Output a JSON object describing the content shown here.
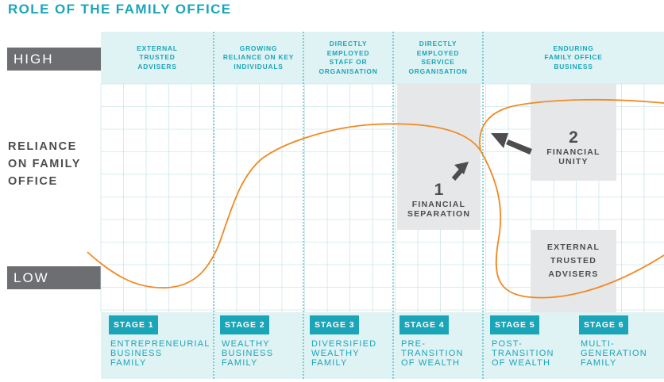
{
  "title": "ROLE OF THE FAMILY OFFICE",
  "axis": {
    "high": "HIGH",
    "low": "LOW",
    "label_lines": [
      "RELIANCE",
      "ON FAMILY",
      "OFFICE"
    ]
  },
  "header_columns": [
    {
      "lines": [
        "EXTERNAL",
        "TRUSTED",
        "ADVISERS"
      ]
    },
    {
      "lines": [
        "GROWING",
        "RELIANCE ON KEY",
        "INDIVIDUALS"
      ]
    },
    {
      "lines": [
        "DIRECTLY",
        "EMPLOYED",
        "STAFF OR",
        "ORGANISATION"
      ]
    },
    {
      "lines": [
        "DIRECTLY",
        "EMPLOYED",
        "SERVICE",
        "ORGANISATION"
      ]
    },
    {
      "lines": [
        "ENDURING",
        "FAMILY OFFICE",
        "BUSINESS"
      ]
    }
  ],
  "stages": [
    {
      "badge": "STAGE 1",
      "lines": [
        "ENTREPRENEURIAL",
        "BUSINESS",
        "FAMILY"
      ]
    },
    {
      "badge": "STAGE 2",
      "lines": [
        "WEALTHY",
        "BUSINESS",
        "FAMILY"
      ]
    },
    {
      "badge": "STAGE 3",
      "lines": [
        "DIVERSIFIED",
        "WEALTHY",
        "FAMILY"
      ]
    },
    {
      "badge": "STAGE 4",
      "lines": [
        "PRE-",
        "TRANSITION",
        "OF WEALTH"
      ]
    },
    {
      "badge": "STAGE 5",
      "lines": [
        "POST-",
        "TRANSITION",
        "OF WEALTH"
      ]
    },
    {
      "badge": "STAGE 6",
      "lines": [
        "MULTI-",
        "GENERATION",
        "FAMILY"
      ]
    }
  ],
  "boxes": {
    "separation": {
      "number": "1",
      "lines": [
        "FINANCIAL",
        "SEPARATION"
      ]
    },
    "unity": {
      "number": "2",
      "lines": [
        "FINANCIAL",
        "UNITY"
      ]
    },
    "advisers": {
      "lines": [
        "EXTERNAL",
        "TRUSTED",
        "ADVISERS"
      ]
    }
  },
  "colors": {
    "accent": "#1aa6b8",
    "curve": "#f08a24",
    "tag": "#6d6e71",
    "box": "#e6e7e8",
    "band": "#dff2f4",
    "arrow": "#4d4d4f"
  }
}
